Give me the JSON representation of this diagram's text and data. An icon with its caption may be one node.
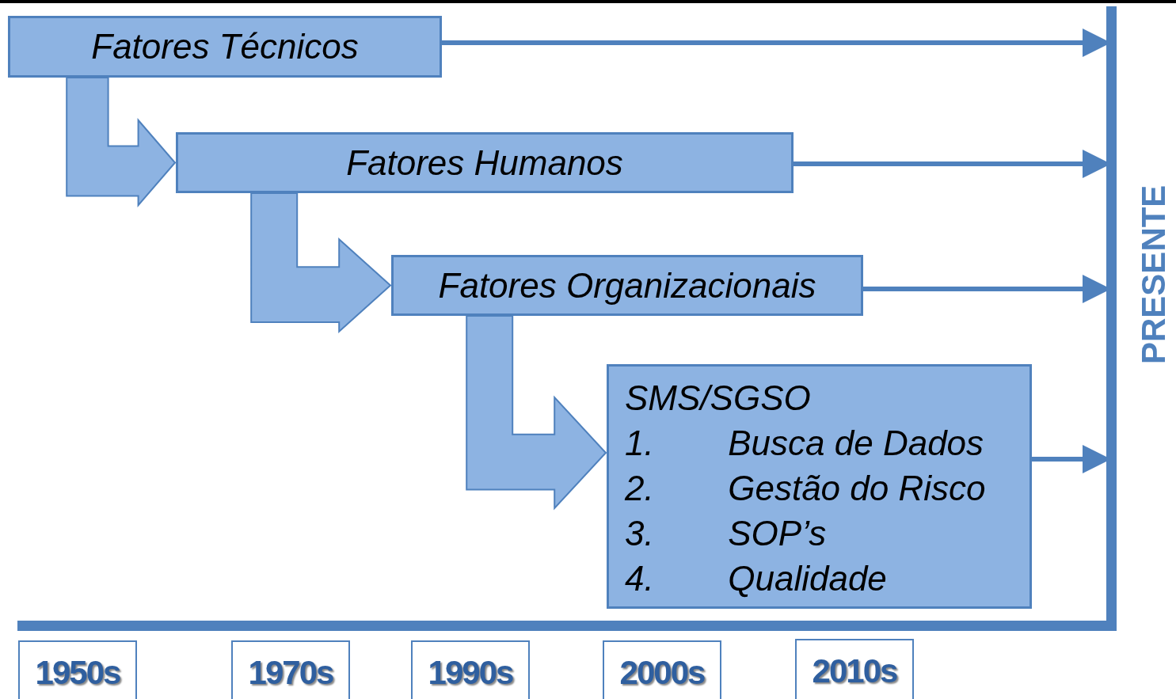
{
  "diagram": {
    "nodes": [
      {
        "text": [
          "Fatores Técnicos"
        ]
      },
      {
        "text": [
          "Fatores Humanos"
        ]
      },
      {
        "text": [
          "Fatores Organizacionais"
        ]
      },
      {
        "text": [
          "SMS/SGSO",
          "1. Busca de Dados",
          "2. Gestão do Risco",
          "3. SOP’s",
          "4. Qualidade"
        ]
      },
      {
        "text": [],
        "shape": "bar",
        "beside": [
          "PRESENTE"
        ]
      },
      {
        "text": [
          "1950s"
        ]
      },
      {
        "text": [
          "1970s"
        ]
      },
      {
        "text": [
          "1990s"
        ]
      },
      {
        "text": [
          "2000s"
        ]
      },
      {
        "text": [
          "2010s"
        ]
      }
    ],
    "edges": [
      {
        "from": 0,
        "to": 1,
        "arrow": "to",
        "style": "thick"
      },
      {
        "from": 1,
        "to": 2,
        "arrow": "to",
        "style": "thick"
      },
      {
        "from": 2,
        "to": 3,
        "arrow": "to",
        "style": "thick"
      },
      {
        "from": 0,
        "to": 4,
        "arrow": "to"
      },
      {
        "from": 1,
        "to": 4,
        "arrow": "to"
      },
      {
        "from": 2,
        "to": 4,
        "arrow": "to"
      },
      {
        "from": 3,
        "to": 4,
        "arrow": "to"
      }
    ]
  }
}
